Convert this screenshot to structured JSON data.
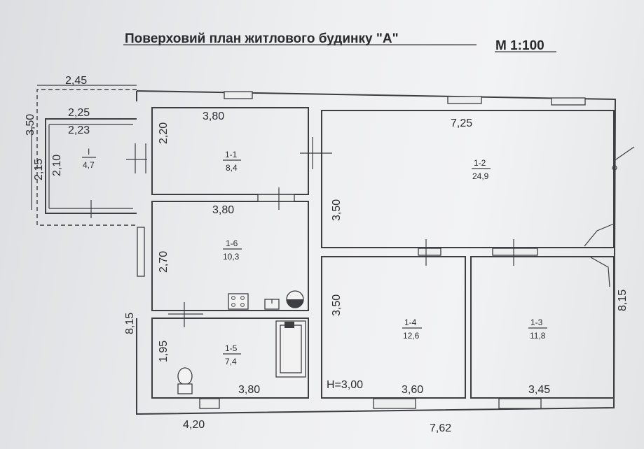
{
  "title": {
    "text": "Поверховий  план житлового будинку  \"А\"",
    "scale": "М 1:100"
  },
  "rooms": {
    "r1": {
      "id": "I",
      "area": "4,7"
    },
    "r11": {
      "id": "1-1",
      "area": "8,4"
    },
    "r12": {
      "id": "1-2",
      "area": "24,9"
    },
    "r13": {
      "id": "1-3",
      "area": "11,8"
    },
    "r14": {
      "id": "1-4",
      "area": "12,6"
    },
    "r15": {
      "id": "1-5",
      "area": "7,4"
    },
    "r16": {
      "id": "1-6",
      "area": "10,3"
    }
  },
  "dims": {
    "porch_outer_w": "2,45",
    "porch_outer_h": "3,50",
    "porch_w_top": "2,25",
    "porch_w_inner": "2,23",
    "porch_h_outer": "2,15",
    "porch_h_inner": "2,10",
    "r11_w": "3,80",
    "r11_h": "2,20",
    "r12_w": "7,25",
    "r12_h": "3,50",
    "r16_w": "3,80",
    "r16_h": "2,70",
    "r14_h": "3,50",
    "r14_w": "3,60",
    "r15_h": "1,95",
    "r15_w": "3,80",
    "r13_w": "3,45",
    "height": "H=3,00",
    "left_total": "8,15",
    "right_total": "8,15",
    "bottom_left": "4,20",
    "bottom_total": "7,62"
  },
  "colors": {
    "ink": "#3d3d42",
    "paper": "#eeeff1"
  }
}
